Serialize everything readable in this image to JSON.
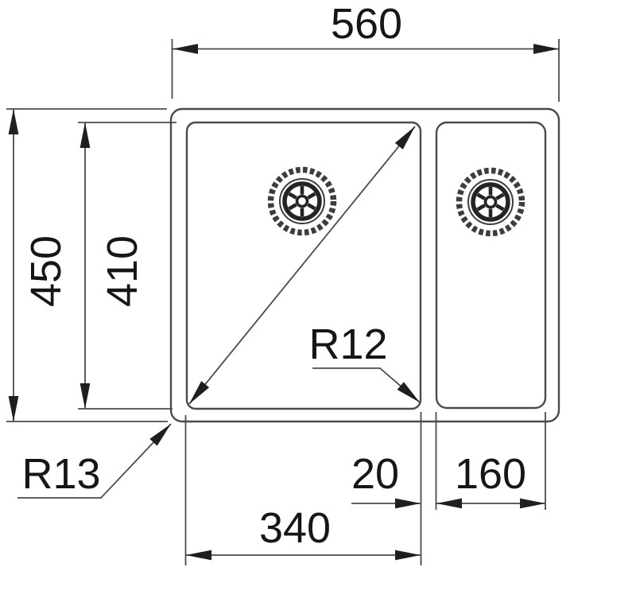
{
  "drawing": {
    "subject": "double-bowl sink dimension drawing, top view",
    "colors": {
      "background": "#ffffff",
      "line": "#4b4b4b",
      "dark": "#242424",
      "text": "#161616"
    },
    "labels": {
      "overall_width": "560",
      "overall_depth": "450",
      "bowl_depth": "410",
      "main_bowl_width": "340",
      "divider_width": "20",
      "secondary_bowl_width": "160",
      "bowl_corner_radius": "R12",
      "outer_corner_radius": "R13"
    }
  }
}
